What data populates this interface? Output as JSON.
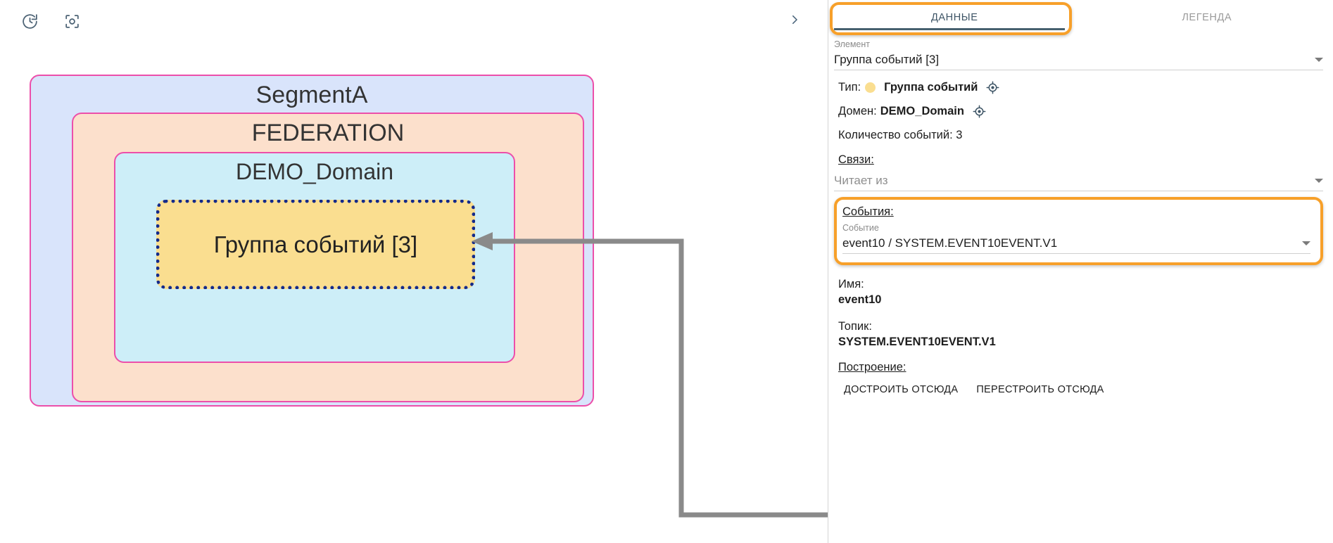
{
  "toolbar": {
    "refresh_icon": "refresh-history-icon",
    "center_icon": "center-focus-icon",
    "collapse_icon": "chevron-right-icon"
  },
  "diagram": {
    "groups": [
      {
        "name": "SegmentA",
        "color": "#d9e4fb",
        "border": "#ec4faa"
      },
      {
        "name": "FEDERATION",
        "color": "#fce0cc",
        "border": "#ec4faa"
      },
      {
        "name": "DEMO_Domain",
        "color": "#cdeef8",
        "border": "#ec4faa"
      }
    ],
    "selected_node": {
      "label": "Группа событий [3]",
      "fill": "#fade90",
      "selection_border": "#142a8a"
    },
    "connector": {
      "color": "#8a8a8a",
      "direction": "incoming"
    }
  },
  "panel": {
    "tabs": [
      {
        "id": "data",
        "label": "ДАННЫЕ",
        "active": true
      },
      {
        "id": "legend",
        "label": "ЛЕГЕНДА",
        "active": false
      }
    ],
    "element_field": {
      "caption": "Элемент",
      "value": "Группа событий [3]"
    },
    "type_row": {
      "label": "Тип:",
      "value": "Группа событий",
      "swatch_color": "#fade90",
      "locate_icon": "locate-target-icon"
    },
    "domain_row": {
      "label": "Домен:",
      "value": "DEMO_Domain",
      "locate_icon": "locate-target-icon"
    },
    "count_row": {
      "text": "Количество событий: 3"
    },
    "links_section": {
      "title": "Связи:",
      "reads_from": {
        "placeholder": "Читает из",
        "value": ""
      }
    },
    "events_section": {
      "title": "События:",
      "event_field": {
        "caption": "Событие",
        "value": "event10 / SYSTEM.EVENT10EVENT.V1"
      },
      "name": {
        "key": "Имя:",
        "value": "event10"
      },
      "topic": {
        "key": "Топик:",
        "value": "SYSTEM.EVENT10EVENT.V1"
      }
    },
    "build_section": {
      "title": "Построение:",
      "buttons": [
        {
          "id": "build-from-here",
          "label": "ДОСТРОИТЬ ОТСЮДА"
        },
        {
          "id": "rebuild-from-here",
          "label": "ПЕРЕСТРОИТЬ ОТСЮДА"
        }
      ]
    },
    "highlight_color": "#f7a02a"
  }
}
